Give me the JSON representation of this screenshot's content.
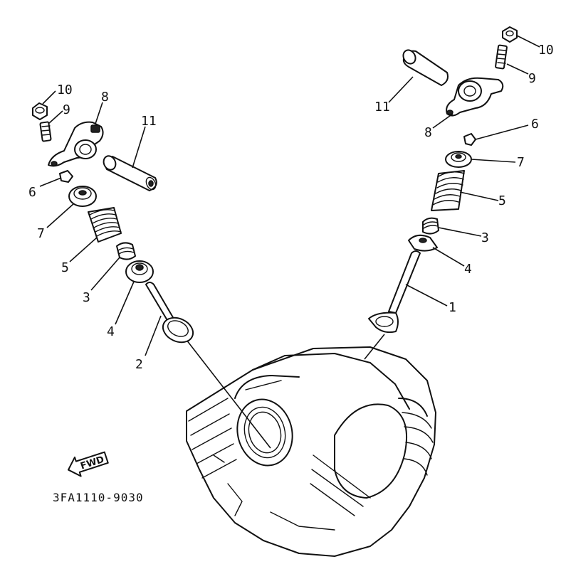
{
  "callouts": {
    "left": {
      "c10": "10",
      "c9": "9",
      "c8": "8",
      "c11": "11",
      "c6": "6",
      "c7": "7",
      "c5": "5",
      "c3": "3",
      "c4": "4",
      "c2": "2"
    },
    "right": {
      "c10": "10",
      "c9": "9",
      "c11": "11",
      "c8": "8",
      "c6": "6",
      "c7": "7",
      "c5": "5",
      "c3": "3",
      "c4": "4",
      "c1": "1"
    }
  },
  "fwd_label": "FWD",
  "diagram_code": "3FA1110-9030",
  "icons": {
    "fwd": "fwd-arrow-icon"
  }
}
